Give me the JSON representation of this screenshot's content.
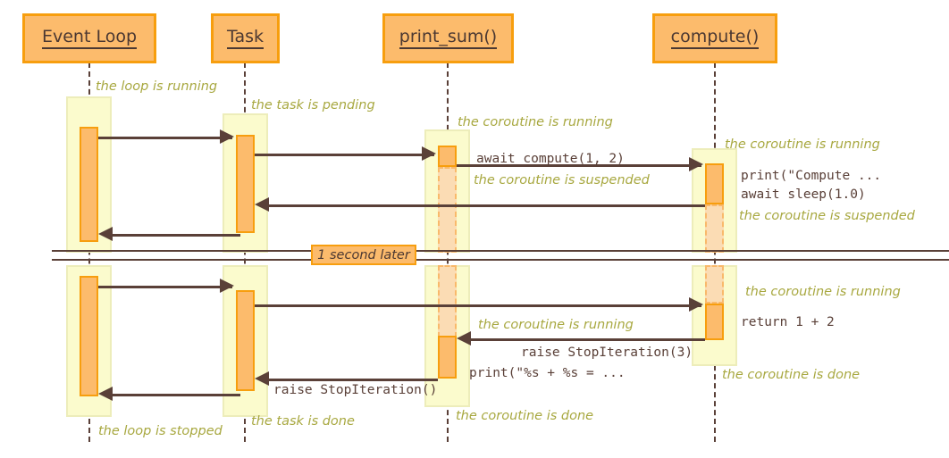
{
  "diagram": {
    "title": "asyncio event loop / task / coroutine sequence",
    "colors": {
      "participant_fill": "#FCBB6C",
      "participant_border": "#F79E0E",
      "state_fill": "#FBFBCD",
      "state_border": "#EDEDBA",
      "activation_fill": "#FCBB6C",
      "activation_border": "#F79E0E",
      "suspended_fill": "#FBDCB4",
      "suspended_border": "#F9B96B",
      "arrow": "#5A4038",
      "note_text": "#A8A840",
      "code_text": "#5A4038"
    }
  },
  "participants": [
    {
      "id": "event_loop",
      "label": "Event Loop"
    },
    {
      "id": "task",
      "label": "Task"
    },
    {
      "id": "print_sum",
      "label": "print_sum()"
    },
    {
      "id": "compute",
      "label": "compute()"
    }
  ],
  "notes": [
    {
      "id": "n1",
      "text": "the loop is running"
    },
    {
      "id": "n2",
      "text": "the task is pending"
    },
    {
      "id": "n3",
      "text": "the coroutine is running"
    },
    {
      "id": "n4",
      "text": "the coroutine is running"
    },
    {
      "id": "n5",
      "text": "the coroutine is suspended"
    },
    {
      "id": "n6",
      "text": "the coroutine is suspended"
    },
    {
      "id": "n7",
      "text": "the coroutine is running"
    },
    {
      "id": "n8",
      "text": "the coroutine is running"
    },
    {
      "id": "n9",
      "text": "the coroutine is done"
    },
    {
      "id": "n10",
      "text": "the loop is stopped"
    },
    {
      "id": "n11",
      "text": "the task is done"
    },
    {
      "id": "n12",
      "text": "the coroutine is done"
    }
  ],
  "messages": [
    {
      "id": "m1",
      "label": ""
    },
    {
      "id": "m2",
      "label": "await compute(1, 2)"
    },
    {
      "id": "m3",
      "label": ""
    },
    {
      "id": "m4",
      "label": ""
    },
    {
      "id": "m5",
      "label": ""
    },
    {
      "id": "m6",
      "label": ""
    },
    {
      "id": "m7",
      "label": "raise StopIteration(3)"
    },
    {
      "id": "m8",
      "label": "raise StopIteration()"
    },
    {
      "id": "m9",
      "label": ""
    }
  ],
  "code_lines": [
    {
      "id": "c1",
      "text": "print(\"Compute ..."
    },
    {
      "id": "c2",
      "text": "await sleep(1.0)"
    },
    {
      "id": "c3",
      "text": "return 1 + 2"
    },
    {
      "id": "c4",
      "text": "print(\"%s + %s = ..."
    }
  ],
  "delay": {
    "label": "1 second later"
  }
}
